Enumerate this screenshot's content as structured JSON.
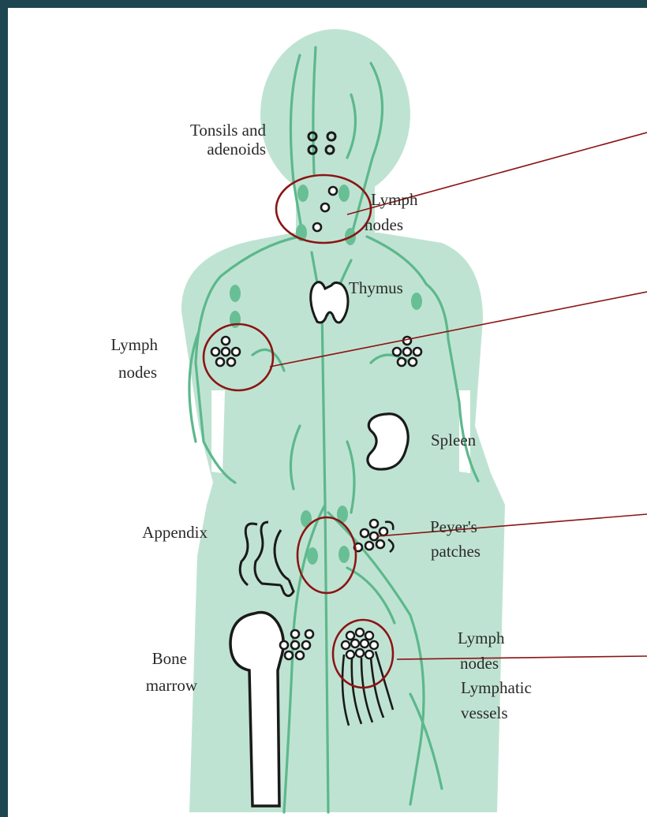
{
  "colors": {
    "frame": "#1d4650",
    "panel": "#ffffff",
    "body_fill": "#bfe3d2",
    "vessel": "#5cb88c",
    "node": "#68bf95",
    "organ_stroke": "#1a1a1a",
    "callout": "#8b1414"
  },
  "labels": {
    "tonsils_line1": "Tonsils and",
    "tonsils_line2": "adenoids",
    "neck_nodes_line1": "Lymph",
    "neck_nodes_line2": "nodes",
    "thymus": "Thymus",
    "arm_nodes_line1": "Lymph",
    "arm_nodes_line2": "nodes",
    "spleen": "Spleen",
    "appendix": "Appendix",
    "peyers_line1": "Peyer's",
    "peyers_line2": "patches",
    "bone_line1": "Bone",
    "bone_line2": "marrow",
    "groin_nodes_line1": "Lymph",
    "groin_nodes_line2": "nodes",
    "vessels_line1": "Lymphatic",
    "vessels_line2": "vessels"
  },
  "icons": {
    "organs": [
      "tonsil-cluster-icon",
      "thymus-icon",
      "spleen-icon",
      "appendix-icon",
      "peyers-patch-icon",
      "bone-icon",
      "lymph-node-cluster-icon",
      "lymphatic-vessels-icon"
    ]
  }
}
